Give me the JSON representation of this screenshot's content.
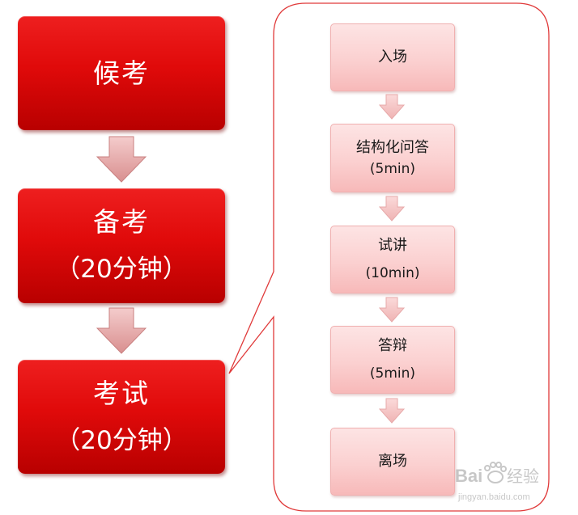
{
  "stages": [
    {
      "title": "候考",
      "sub": ""
    },
    {
      "title": "备考",
      "sub": "（20分钟）"
    },
    {
      "title": "考试",
      "sub": "（20分钟）"
    }
  ],
  "steps": [
    {
      "label": "入场",
      "sub": ""
    },
    {
      "label": "结构化问答",
      "sub": "(5min)"
    },
    {
      "label": "试讲",
      "sub": "(10min)"
    },
    {
      "label": "答辩",
      "sub": "(5min)"
    },
    {
      "label": "离场",
      "sub": ""
    }
  ],
  "watermark": {
    "brand": "Baidu经验",
    "url": "jingyan.baidu.com"
  },
  "colors": {
    "stage_red": "#e00a0a",
    "step_pink": "#fbd0d0",
    "arrow_pink": "#e8a8a8",
    "callout_border": "#e03a3a"
  }
}
